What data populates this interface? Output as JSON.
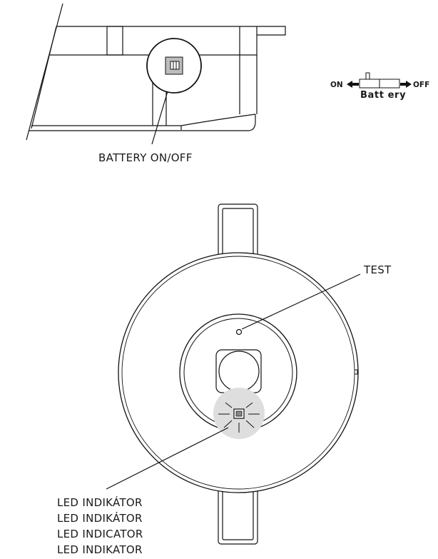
{
  "labels": {
    "battery_switch": "BATTERY ON/OFF",
    "test": "TEST",
    "led": [
      "LED INDIKÁTOR",
      "LED INDIKÁTOR",
      "LED INDICATOR",
      "LED INDIKATOR"
    ]
  },
  "switch_legend": {
    "on": "ON",
    "off": "OFF",
    "name": "Batt ery"
  },
  "colors": {
    "line": "#111111",
    "highlight": "#dedede",
    "switch_fill": "#bdbdbd"
  }
}
